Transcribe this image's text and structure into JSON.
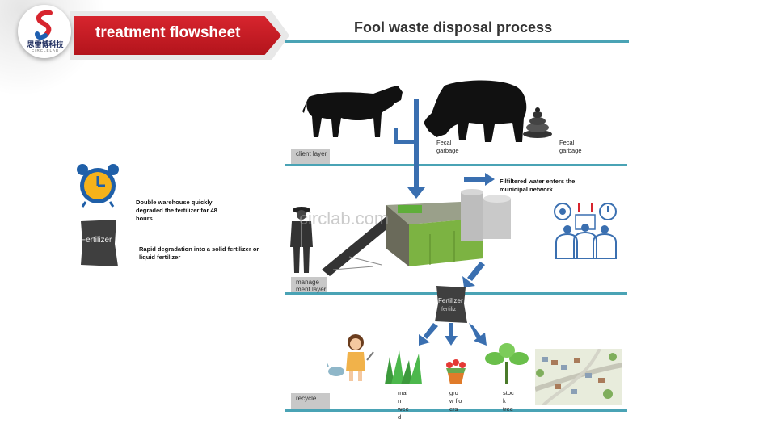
{
  "header": {
    "banner_label": "treatment flowsheet",
    "logo_cn": "思雷博科技",
    "logo_en": "CIRCLELAB",
    "title": "Fool waste disposal process"
  },
  "layers": {
    "client": "client layer",
    "management": "manage ment layer",
    "recycle": "recycle"
  },
  "labels": {
    "fecal_garbage_1": "Fecal garbage",
    "fecal_garbage_2": "Fecal garbage",
    "filtered_water": "Filfiltered water enters the municipal network",
    "double_warehouse": "Double warehouse quickly degraded the fertilizer for 48 hours",
    "rapid_degradation": "Rapid degradation into a solid fertilizer or liquid fertilizer",
    "fertilizer_bag_left": "Fertilizer",
    "fertilizer_bag_center": "Fertilizer",
    "fertilizer_bag_center_sub": "fertiliz",
    "watermark": "circlab.com"
  },
  "recycle_items": {
    "main_weed": "mai n wee d",
    "grow_flowers": "gro w flo ers",
    "stock_tree": "stoc k tree"
  },
  "colors": {
    "accent_line": "#4aa3b5",
    "banner_red": "#c81e27",
    "arrow_blue": "#3a6fb0",
    "machine_green": "#7cb342"
  }
}
